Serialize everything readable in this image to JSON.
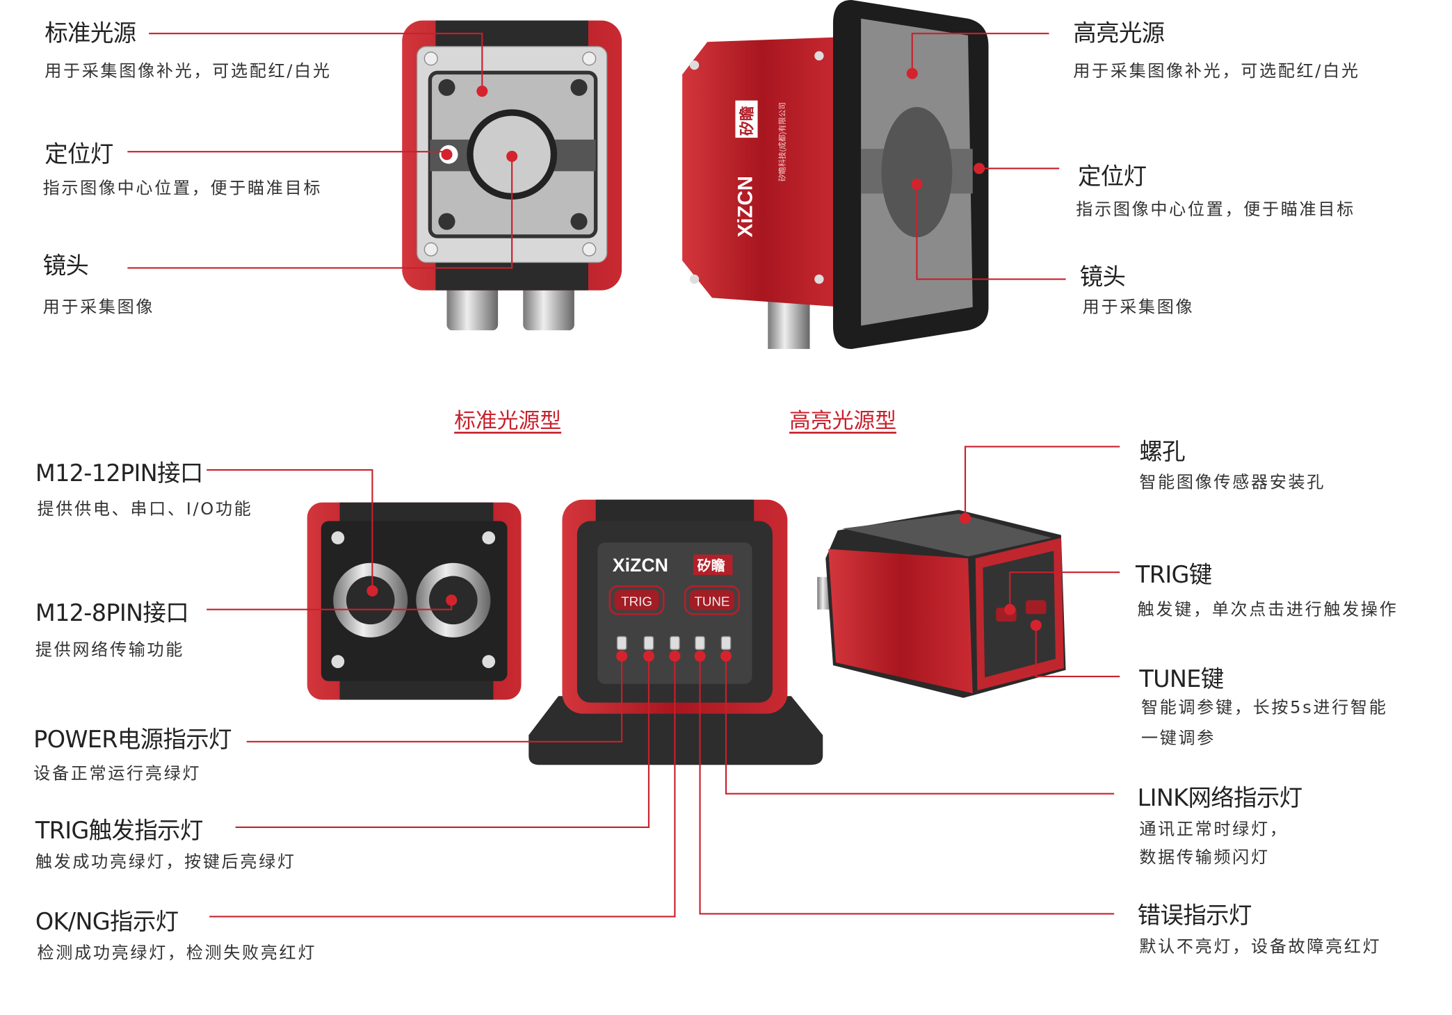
{
  "colors": {
    "accent": "#c8202c",
    "device_red": "#b3202a",
    "device_dark": "#2a2a2a"
  },
  "standard": {
    "caption": "标准光源型",
    "light": {
      "title": "标准光源",
      "desc": "用于采集图像补光，可选配红/白光"
    },
    "locator": {
      "title": "定位灯",
      "desc": "指示图像中心位置，便于瞄准目标"
    },
    "lens": {
      "title": "镜头",
      "desc": "用于采集图像"
    }
  },
  "highlight": {
    "caption": "高亮光源型",
    "light": {
      "title": "高亮光源",
      "desc": "用于采集图像补光，可选配红/白光"
    },
    "locator": {
      "title": "定位灯",
      "desc": "指示图像中心位置，便于瞄准目标"
    },
    "lens": {
      "title": "镜头",
      "desc": "用于采集图像"
    },
    "brand": "XiZCN",
    "brand_cn": "矽瞻",
    "company": "矽瞻科技(成都)有限公司"
  },
  "ports": {
    "m12_12": {
      "title": "M12-12PIN接口",
      "desc": "提供供电、串口、I/O功能"
    },
    "m12_8": {
      "title": "M12-8PIN接口",
      "desc": "提供网络传输功能"
    }
  },
  "indicators": {
    "power": {
      "title": "POWER电源指示灯",
      "desc": "设备正常运行亮绿灯"
    },
    "trig": {
      "title": "TRIG触发指示灯",
      "desc": "触发成功亮绿灯，按键后亮绿灯"
    },
    "okng": {
      "title": "OK/NG指示灯",
      "desc": "检测成功亮绿灯，检测失败亮红灯"
    },
    "link": {
      "title": "LINK网络指示灯",
      "desc1": "通讯正常时绿灯，",
      "desc2": "数据传输频闪灯"
    },
    "error": {
      "title": "错误指示灯",
      "desc": "默认不亮灯，设备故障亮红灯"
    }
  },
  "right": {
    "screw": {
      "title": "螺孔",
      "desc": "智能图像传感器安装孔"
    },
    "trig_key": {
      "title": "TRIG键",
      "desc": "触发键，单次点击进行触发操作"
    },
    "tune_key": {
      "title": "TUNE键",
      "desc1": "智能调参键，长按5s进行智能",
      "desc2": "一键调参"
    }
  },
  "panel": {
    "brand": "XiZCN",
    "brand_cn": "矽瞻",
    "trig": "TRIG",
    "tune": "TUNE"
  }
}
